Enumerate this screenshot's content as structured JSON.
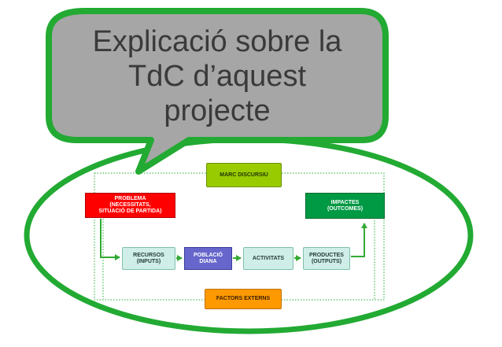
{
  "callout": {
    "lines": [
      "Explicació sobre la",
      "TdC d’aquest",
      "projecte"
    ]
  },
  "diagram": {
    "marc": [
      "MARC DISCURSIU"
    ],
    "problema": [
      "PROBLEMA",
      "(NECESSITATS,",
      "SITUACIÓ DE PARTIDA)"
    ],
    "impactes": [
      "IMPACTES",
      "(OUTCOMES)"
    ],
    "recursos": [
      "RECURSOS",
      "(INPUTS)"
    ],
    "poblacio": [
      "POBLACIÓ",
      "DIANA"
    ],
    "activitats": [
      "ACTIVITATS"
    ],
    "productes": [
      "PRODUCTES",
      "(OUTPUTS)"
    ],
    "factors": [
      "FACTORS EXTERNS"
    ]
  },
  "colors": {
    "outline_green": "#22aa33",
    "callout_fill": "#a6a6a6",
    "problema": "#ff0000",
    "impactes": "#009944",
    "marc": "#99cc00",
    "factors": "#ff9900",
    "poblacio": "#6666cc",
    "flow_box": "#cfeee8",
    "arrow": "#33aa33"
  }
}
